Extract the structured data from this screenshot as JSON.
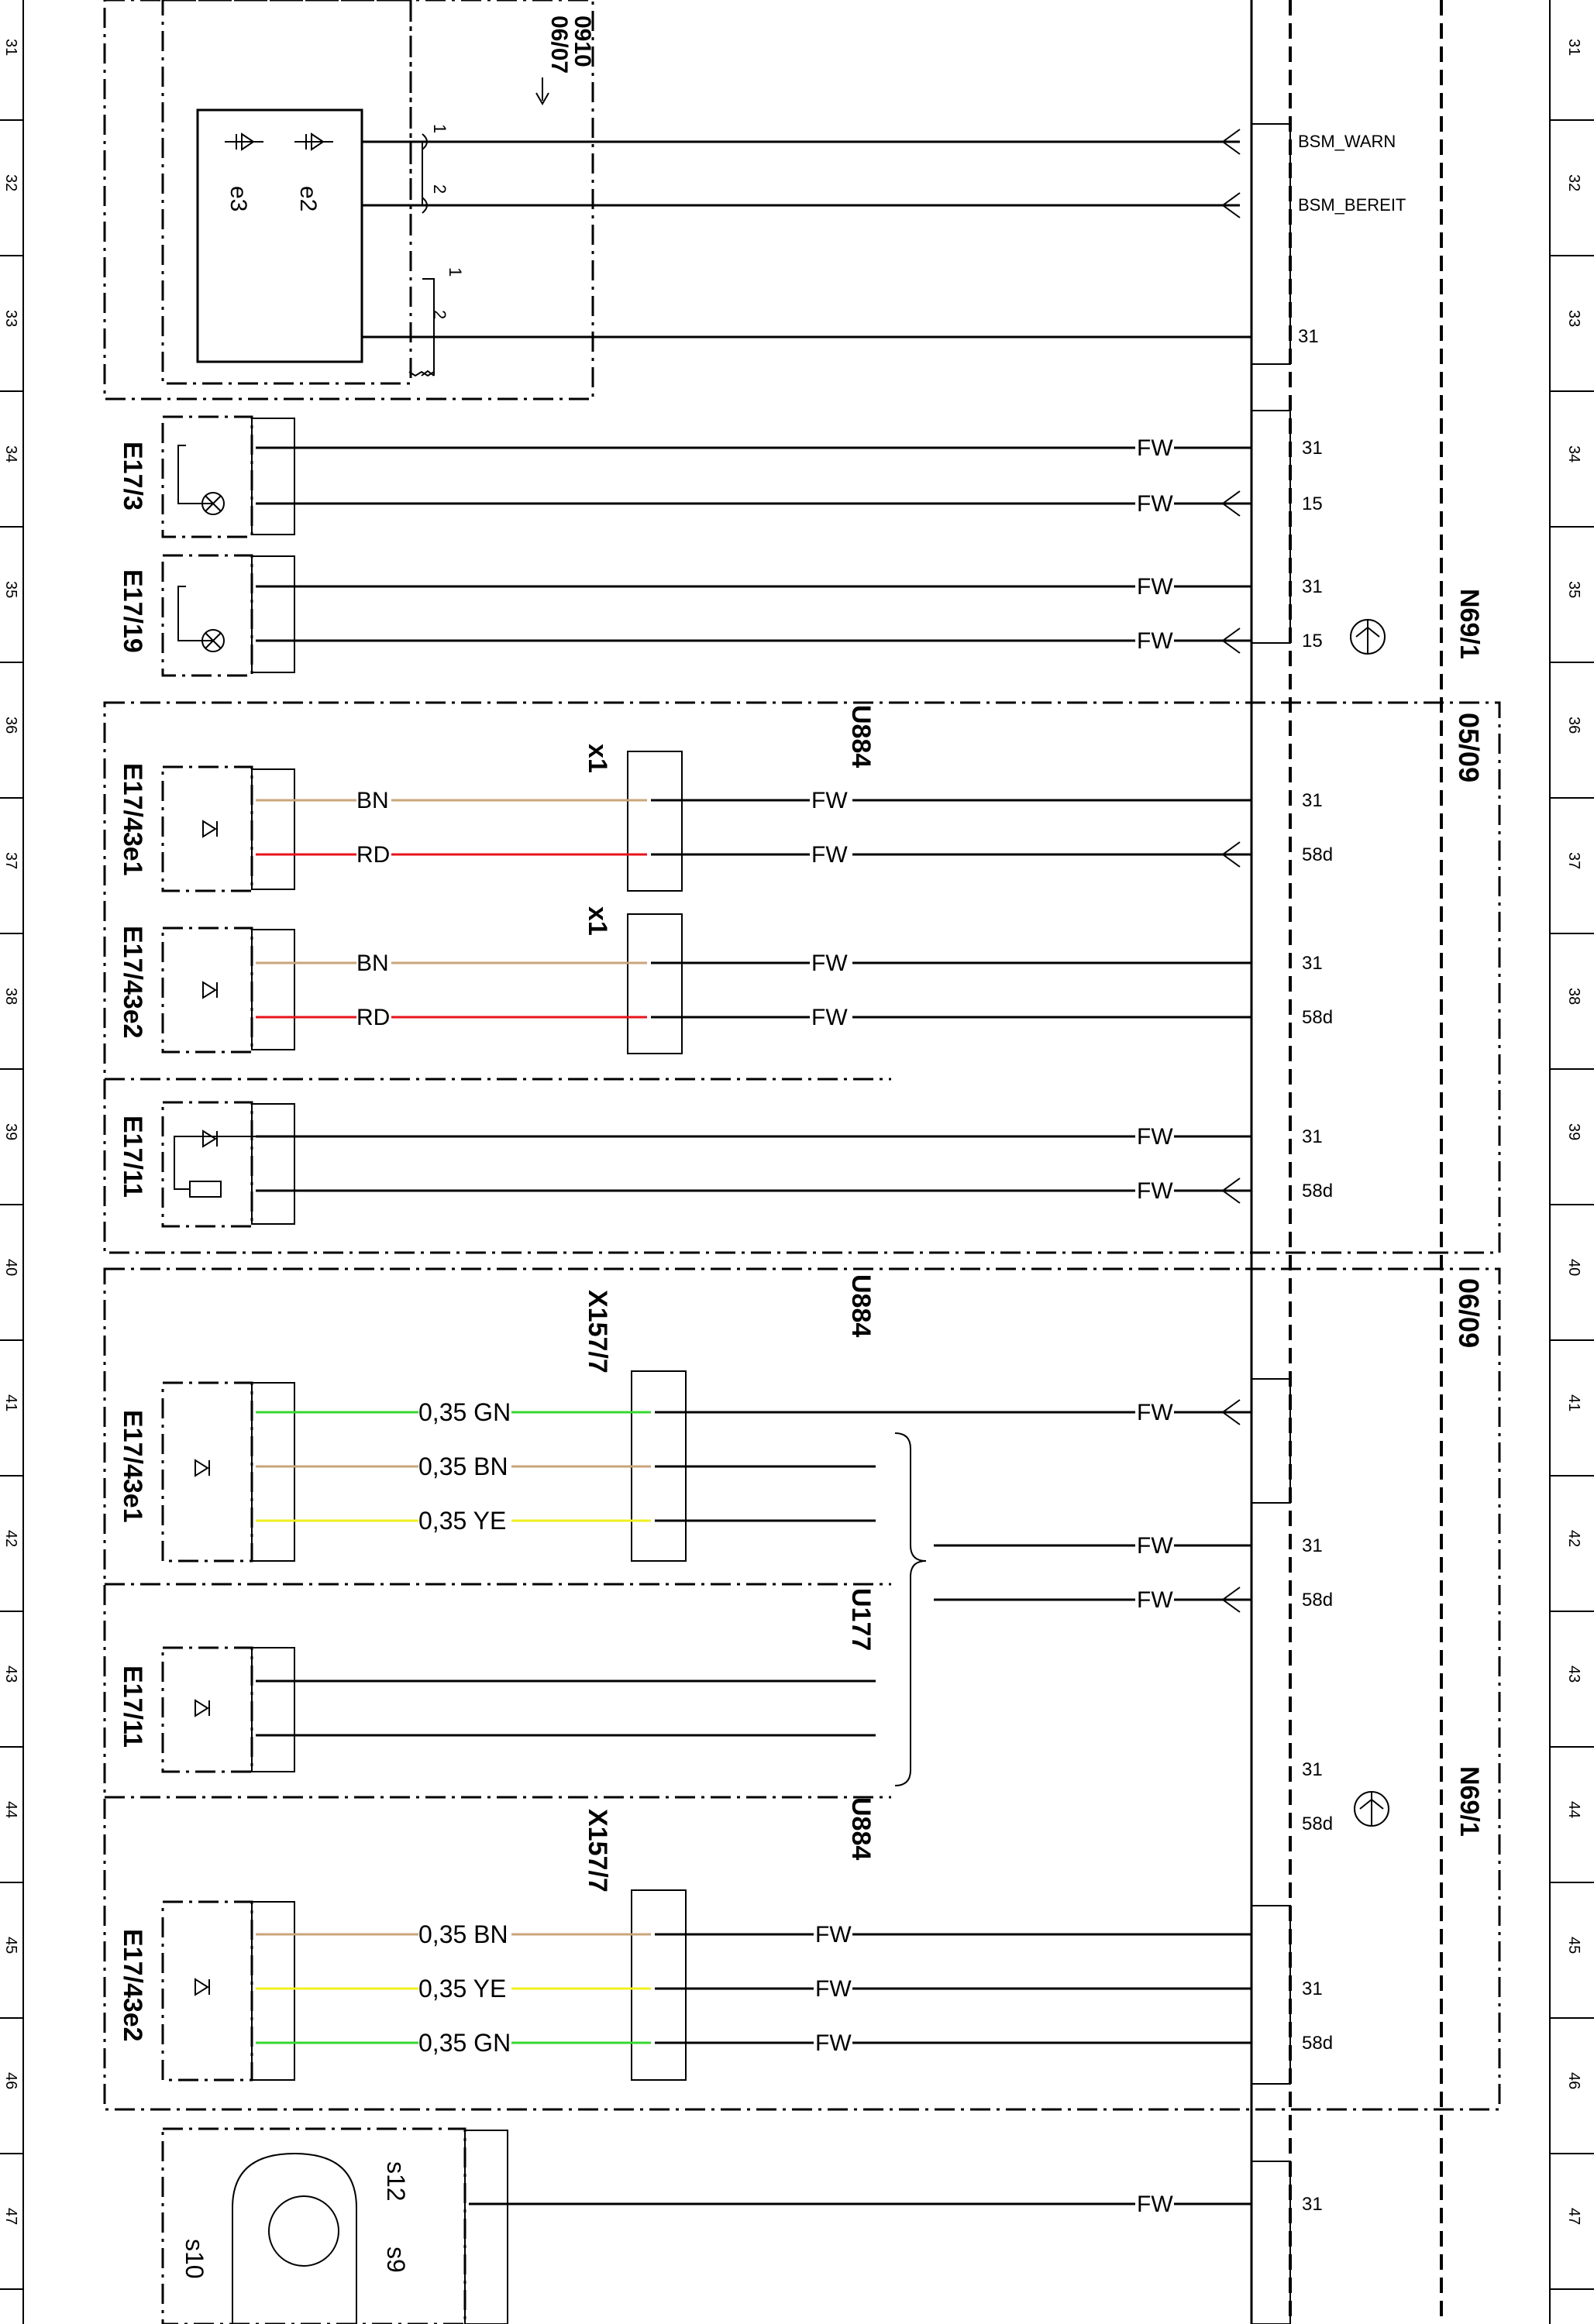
{
  "rulers": {
    "numbers": [
      "31",
      "32",
      "33",
      "34",
      "35",
      "36",
      "37",
      "38",
      "39",
      "40",
      "41",
      "42",
      "43",
      "44",
      "45",
      "46",
      "47"
    ]
  },
  "components": {
    "header_code_a": "0910",
    "header_code_b": "06/07",
    "e3": "e3",
    "e2": "e2",
    "e17_3": "E17/3",
    "e17_19": "E17/19",
    "e17_43e1": "E17/43e1",
    "e17_43e2": "E17/43e2",
    "e17_11": "E17/11",
    "e17_43e1_b": "E17/43e1",
    "e17_11_b": "E17/11",
    "e17_43e2_b": "E17/43e2",
    "s12": "s12",
    "s10": "s10",
    "s9": "s9"
  },
  "connectors": {
    "x1_a": "x1",
    "x1_b": "x1",
    "x157_a": "X157/7",
    "x157_b": "X157/7",
    "u884_a": "U884",
    "u884_b": "U884",
    "u884_c": "U884",
    "u177": "U177"
  },
  "module": {
    "n69_top": "N69/1",
    "n69_bottom": "N69/1",
    "ref_top": "05/09",
    "ref_bottom": "06/09"
  },
  "signals": {
    "bsm_warn": "BSM_WARN",
    "bsm_bereit": "BSM_BEREIT",
    "s31": "31",
    "s15": "15",
    "s58d": "58d"
  },
  "wire_labels": {
    "fw": "FW",
    "bn": "BN",
    "rd": "RD",
    "gn035": "0,35  GN",
    "bn035": "0,35  BN",
    "ye035": "0,35  YE"
  },
  "colors": {
    "BN": "#c9a57a",
    "RD": "#e8141c",
    "GN": "#37d72f",
    "YE": "#f0f020",
    "BK": "#000000"
  }
}
